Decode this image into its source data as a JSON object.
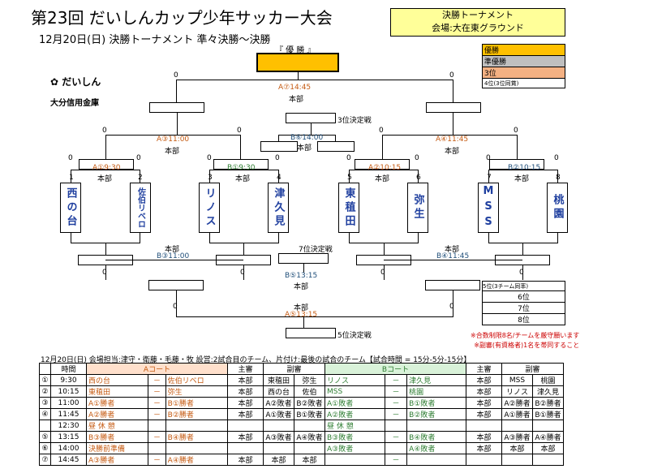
{
  "title": "第23回 だいしんカップ少年サッカー大会",
  "subtitle": "12月20日(日) 決勝トーナメント 準々決勝～決勝",
  "info": {
    "line1": "決勝トーナメント",
    "line2": "会場:大在東グラウンド"
  },
  "logo": {
    "name": "だいしん",
    "sub": "大分信用金庫"
  },
  "champion_label": "『 優 勝 』",
  "ranks": [
    "優勝",
    "準優勝",
    "3位",
    "4位(3位同賞)"
  ],
  "ranks2": [
    "5位(3チーム同率)",
    "6位",
    "7位",
    "8位"
  ],
  "bracket": {
    "final": {
      "game": "A⑦14:45",
      "venue": "本部"
    },
    "third": {
      "label": "3位決定戦",
      "game": "B⑥14:00",
      "venue": "本部"
    },
    "sf_left": {
      "game": "A③11:00",
      "venue": "本部"
    },
    "sf_right": {
      "game": "A④11:45",
      "venue": "本部"
    },
    "qf": [
      {
        "game": "A①9:30",
        "venue": "本部"
      },
      {
        "game": "B①9:30",
        "venue": "本部"
      },
      {
        "game": "A②10:15",
        "venue": "本部"
      },
      {
        "game": "B②10:15",
        "venue": "本部"
      }
    ],
    "teams": [
      {
        "num": "1",
        "name": "西の台"
      },
      {
        "num": "2",
        "name": "佐伯リベロ"
      },
      {
        "num": "3",
        "name": "リノス"
      },
      {
        "num": "4",
        "name": "津久見"
      },
      {
        "num": "5",
        "name": "東稙田"
      },
      {
        "num": "6",
        "name": "弥生"
      },
      {
        "num": "7",
        "name": "MSS"
      },
      {
        "num": "8",
        "name": "桃園"
      }
    ],
    "lower_left": {
      "game": "B③11:00",
      "venue": "本部"
    },
    "lower_right": {
      "game": "B④11:45",
      "venue": "本部"
    },
    "seventh": {
      "label": "7位決定戦",
      "game": "B⑤13:15",
      "venue": "本部"
    },
    "fifth": {
      "label": "5位決定戦",
      "game": "A⑤13:15",
      "venue": "本部"
    },
    "zero": "0"
  },
  "notes": [
    "※合数制限8名/チームを厳守願います",
    "※副審(有資格者)1名を帯同すること"
  ],
  "schedule_head": "12月20日(日) 会場担当:津守・衛藤・毛藤・牧 設営:2試合目のチーム、片付け:最後の試合のチーム【試合時間 = 15分-5分-15分】",
  "schedule": {
    "headers": [
      "時間",
      "Aコート",
      "主審",
      "副審",
      "Bコート",
      "主審",
      "副審"
    ],
    "rows": [
      {
        "no": "①",
        "time": "9:30",
        "a1": "西の台",
        "dash": "－",
        "a2": "佐伯リベロ",
        "ar": "本部",
        "as1": "東稙田",
        "as2": "弥生",
        "b1": "リノス",
        "b2": "津久見",
        "br": "本部",
        "bs1": "MSS",
        "bs2": "桃園"
      },
      {
        "no": "②",
        "time": "10:15",
        "a1": "東稙田",
        "dash": "－",
        "a2": "弥生",
        "ar": "本部",
        "as1": "西の台",
        "as2": "佐伯",
        "b1": "MSS",
        "b2": "桃園",
        "br": "本部",
        "bs1": "リノス",
        "bs2": "津久見"
      },
      {
        "no": "③",
        "time": "11:00",
        "a1": "A①勝者",
        "dash": "－",
        "a2": "B①勝者",
        "ar": "本部",
        "as1": "A②敗者",
        "as2": "B②敗者",
        "b1": "A①敗者",
        "b2": "B①敗者",
        "br": "本部",
        "bs1": "A②勝者",
        "bs2": "B②勝者"
      },
      {
        "no": "④",
        "time": "11:45",
        "a1": "A②勝者",
        "dash": "－",
        "a2": "B②勝者",
        "ar": "本部",
        "as1": "A①敗者",
        "as2": "B①敗者",
        "b1": "A②敗者",
        "b2": "B②敗者",
        "br": "本部",
        "bs1": "A①勝者",
        "bs2": "B①勝者"
      },
      {
        "no": "",
        "time": "12:30",
        "a1": "昼 休 憩",
        "dash": "",
        "a2": "",
        "ar": "",
        "as1": "",
        "as2": "",
        "b1": "昼 休 憩",
        "b2": "",
        "br": "",
        "bs1": "",
        "bs2": ""
      },
      {
        "no": "⑤",
        "time": "13:15",
        "a1": "B③勝者",
        "dash": "－",
        "a2": "B④勝者",
        "ar": "本部",
        "as1": "A③敗者",
        "as2": "A④敗者",
        "b1": "B③敗者",
        "b2": "B④敗者",
        "br": "本部",
        "bs1": "A③勝者",
        "bs2": "A④勝者"
      },
      {
        "no": "⑥",
        "time": "14:00",
        "a1": "決勝前準備",
        "dash": "",
        "a2": "",
        "ar": "",
        "as1": "",
        "as2": "",
        "b1": "A③敗者",
        "b2": "A④敗者",
        "br": "本部",
        "bs1": "本部",
        "bs2": "本部"
      },
      {
        "no": "⑦",
        "time": "14:45",
        "a1": "A③勝者",
        "dash": "－",
        "a2": "A④勝者",
        "ar": "本部",
        "as1": "本部",
        "as2": "本部",
        "b1": "",
        "b2": "",
        "br": "",
        "bs1": "",
        "bs2": ""
      }
    ]
  }
}
